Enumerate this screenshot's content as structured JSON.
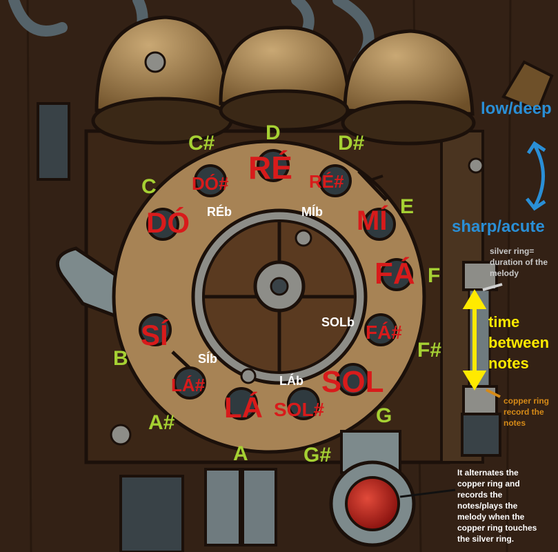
{
  "red_notes": {
    "re": "RÉ",
    "do_sharp": "DÓ#",
    "re_sharp": "RÉ#",
    "do": "DÓ",
    "mi": "MÍ",
    "fa": "FÁ",
    "si": "SÍ",
    "fa_sharp": "FÁ#",
    "la_sharp": "LÁ#",
    "sol": "SOL",
    "la": "LÁ",
    "sol_sharp": "SOL#"
  },
  "green_notes": {
    "d": "D",
    "c_sharp": "C#",
    "d_sharp": "D#",
    "c": "C",
    "e": "E",
    "f": "F",
    "b": "B",
    "f_sharp": "F#",
    "a_sharp": "A#",
    "g": "G",
    "a": "A",
    "g_sharp": "G#"
  },
  "flat_notes": {
    "re_flat": "RÉb",
    "mi_flat": "MÍb",
    "sol_flat": "SOLb",
    "si_flat": "SÍb",
    "la_flat": "LÁb"
  },
  "pitch": {
    "low": "low/deep",
    "high": "sharp/acute"
  },
  "silver_ring": {
    "line1": "silver ring=",
    "line2": "duration of the",
    "line3": "melody"
  },
  "time_between": {
    "line1": "time",
    "line2": "between",
    "line3": "notes"
  },
  "copper_ring": {
    "line1": "copper ring",
    "line2": "record the",
    "line3": "notes"
  },
  "button_note": {
    "line1": "It alternates the",
    "line2": "copper ring and",
    "line3": "records the",
    "line4": "notes/plays the",
    "line5": "melody when the",
    "line6": "copper ring touches",
    "line7": "the silver ring."
  },
  "colors": {
    "note_red": "#d81b1b",
    "note_green": "#a6d133",
    "pitch_blue": "#2a8fd6",
    "time_yellow": "#ffea00",
    "copper": "#d68a17",
    "wood_dark": "#3b2616",
    "dial_tan": "#a78355"
  },
  "icons": [
    "bell-icon",
    "pipe-icon",
    "bolt-icon",
    "crank-lever-icon",
    "red-button-icon",
    "knob-icon",
    "ring-icon"
  ]
}
